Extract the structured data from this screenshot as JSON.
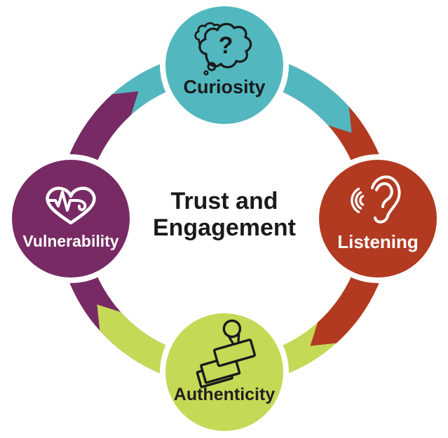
{
  "diagram_title": "Trust and Engagement",
  "center": {
    "line1": "Trust and",
    "line2": "Engagement"
  },
  "wheel": {
    "background_color": "#ffffff",
    "direction": "clockwise",
    "nodes": [
      {
        "id": "curiosity",
        "label": "Curiosity",
        "color": "#53B7BF",
        "label_color": "#1a1a1a",
        "icon": "thought-bubble-question-icon",
        "icon_color": "#1a1a1a",
        "angle": -90
      },
      {
        "id": "listening",
        "label": "Listening",
        "color": "#B13A21",
        "label_color": "#ffffff",
        "icon": "ear-sound-waves-icon",
        "icon_color": "#ffffff",
        "angle": 0
      },
      {
        "id": "authenticity",
        "label": "Authenticity",
        "color": "#C5D956",
        "label_color": "#231f20",
        "icon": "stamp-on-paper-icon",
        "icon_color": "#1a1a1a",
        "angle": 90
      },
      {
        "id": "vulnerability",
        "label": "Vulnerability",
        "color": "#772A63",
        "label_color": "#ffffff",
        "icon": "heart-pulse-icon",
        "icon_color": "#ffffff",
        "angle": 180
      }
    ],
    "flow": [
      [
        "curiosity",
        "listening"
      ],
      [
        "listening",
        "authenticity"
      ],
      [
        "authenticity",
        "vulnerability"
      ],
      [
        "vulnerability",
        "curiosity"
      ]
    ]
  }
}
